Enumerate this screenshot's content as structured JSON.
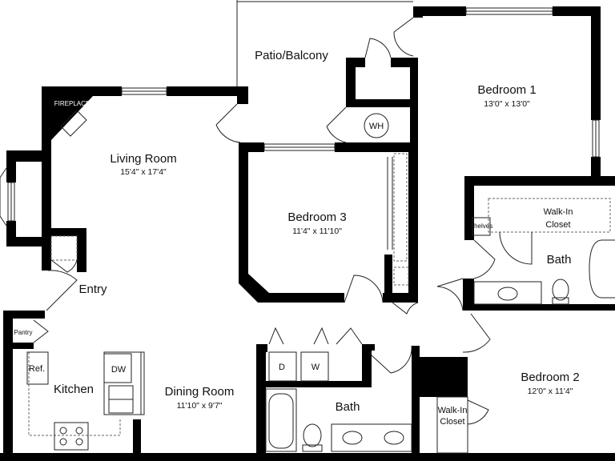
{
  "rooms": {
    "patio": {
      "name": "Patio/Balcony"
    },
    "bedroom1": {
      "name": "Bedroom 1",
      "dims": "13'0\" x 13'0\""
    },
    "living": {
      "name": "Living Room",
      "dims": "15'4\" x 17'4\""
    },
    "bedroom3": {
      "name": "Bedroom 3",
      "dims": "11'4\" x 11'10\""
    },
    "entry": {
      "name": "Entry"
    },
    "kitchen": {
      "name": "Kitchen"
    },
    "dining": {
      "name": "Dining Room",
      "dims": "11'10\" x 9'7\""
    },
    "bath_center": {
      "name": "Bath"
    },
    "bath_right": {
      "name": "Bath"
    },
    "bedroom2": {
      "name": "Bedroom 2",
      "dims": "12'0\" x 11'4\""
    },
    "walkin_upper": {
      "line1": "Walk-In",
      "line2": "Closet"
    },
    "walkin_lower": {
      "line1": "Walk-In",
      "line2": "Closet"
    }
  },
  "fixtures": {
    "fireplace": "FIREPLACE",
    "water_heater": "WH",
    "shelves": "Shelves",
    "pantry": "Pantry",
    "refrigerator": "Ref.",
    "dishwasher": "DW",
    "dryer": "D",
    "washer": "W"
  }
}
